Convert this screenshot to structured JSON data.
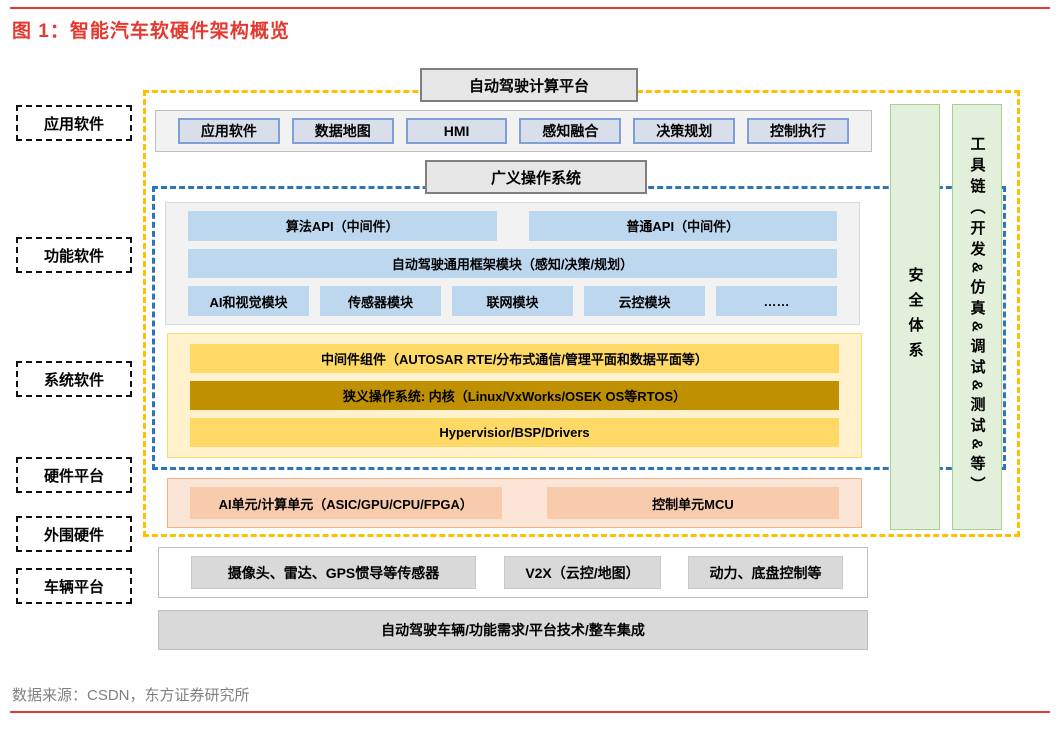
{
  "colors": {
    "accent_red": "#E4392E",
    "yellow_dash": "#FFC000",
    "blue_dash": "#2E75B6",
    "green_fill": "#E2EFDA",
    "gold_fill": "#FFD966",
    "gold_dark": "#BF9000",
    "orange_fill": "#F8CBAD"
  },
  "title": "图 1：智能汽车软硬件架构概览",
  "source": "数据来源：CSDN，东方证券研究所",
  "side_labels": [
    "应用软件",
    "功能软件",
    "系统软件",
    "硬件平台",
    "外围硬件",
    "车辆平台"
  ],
  "top_header": "自动驾驶计算平台",
  "app_row": [
    "应用软件",
    "数据地图",
    "HMI",
    "感知融合",
    "决策规划",
    "控制执行"
  ],
  "os_header": "广义操作系统",
  "func_software": {
    "api_row": [
      "算法API（中间件）",
      "普通API（中间件）"
    ],
    "framework": "自动驾驶通用框架模块（感知/决策/规划）",
    "modules": [
      "AI和视觉模块",
      "传感器模块",
      "联网模块",
      "云控模块",
      "……"
    ]
  },
  "sys_software": {
    "middleware": "中间件组件（AUTOSAR RTE/分布式通信/管理平面和数据平面等）",
    "kernel": "狭义操作系统: 内核（Linux/VxWorks/OSEK OS等RTOS）",
    "hypervisor": "Hypervisior/BSP/Drivers"
  },
  "hw_platform": [
    "AI单元/计算单元（ASIC/GPU/CPU/FPGA）",
    "控制单元MCU"
  ],
  "vertical_bars": {
    "safety": "安全体系",
    "toolchain": "工具链（开发&仿真&调试&测试&等）"
  },
  "peripheral_row": [
    "摄像头、雷达、GPS惯导等传感器",
    "V2X（云控/地图）",
    "动力、底盘控制等"
  ],
  "vehicle_row": "自动驾驶车辆/功能需求/平台技术/整车集成"
}
